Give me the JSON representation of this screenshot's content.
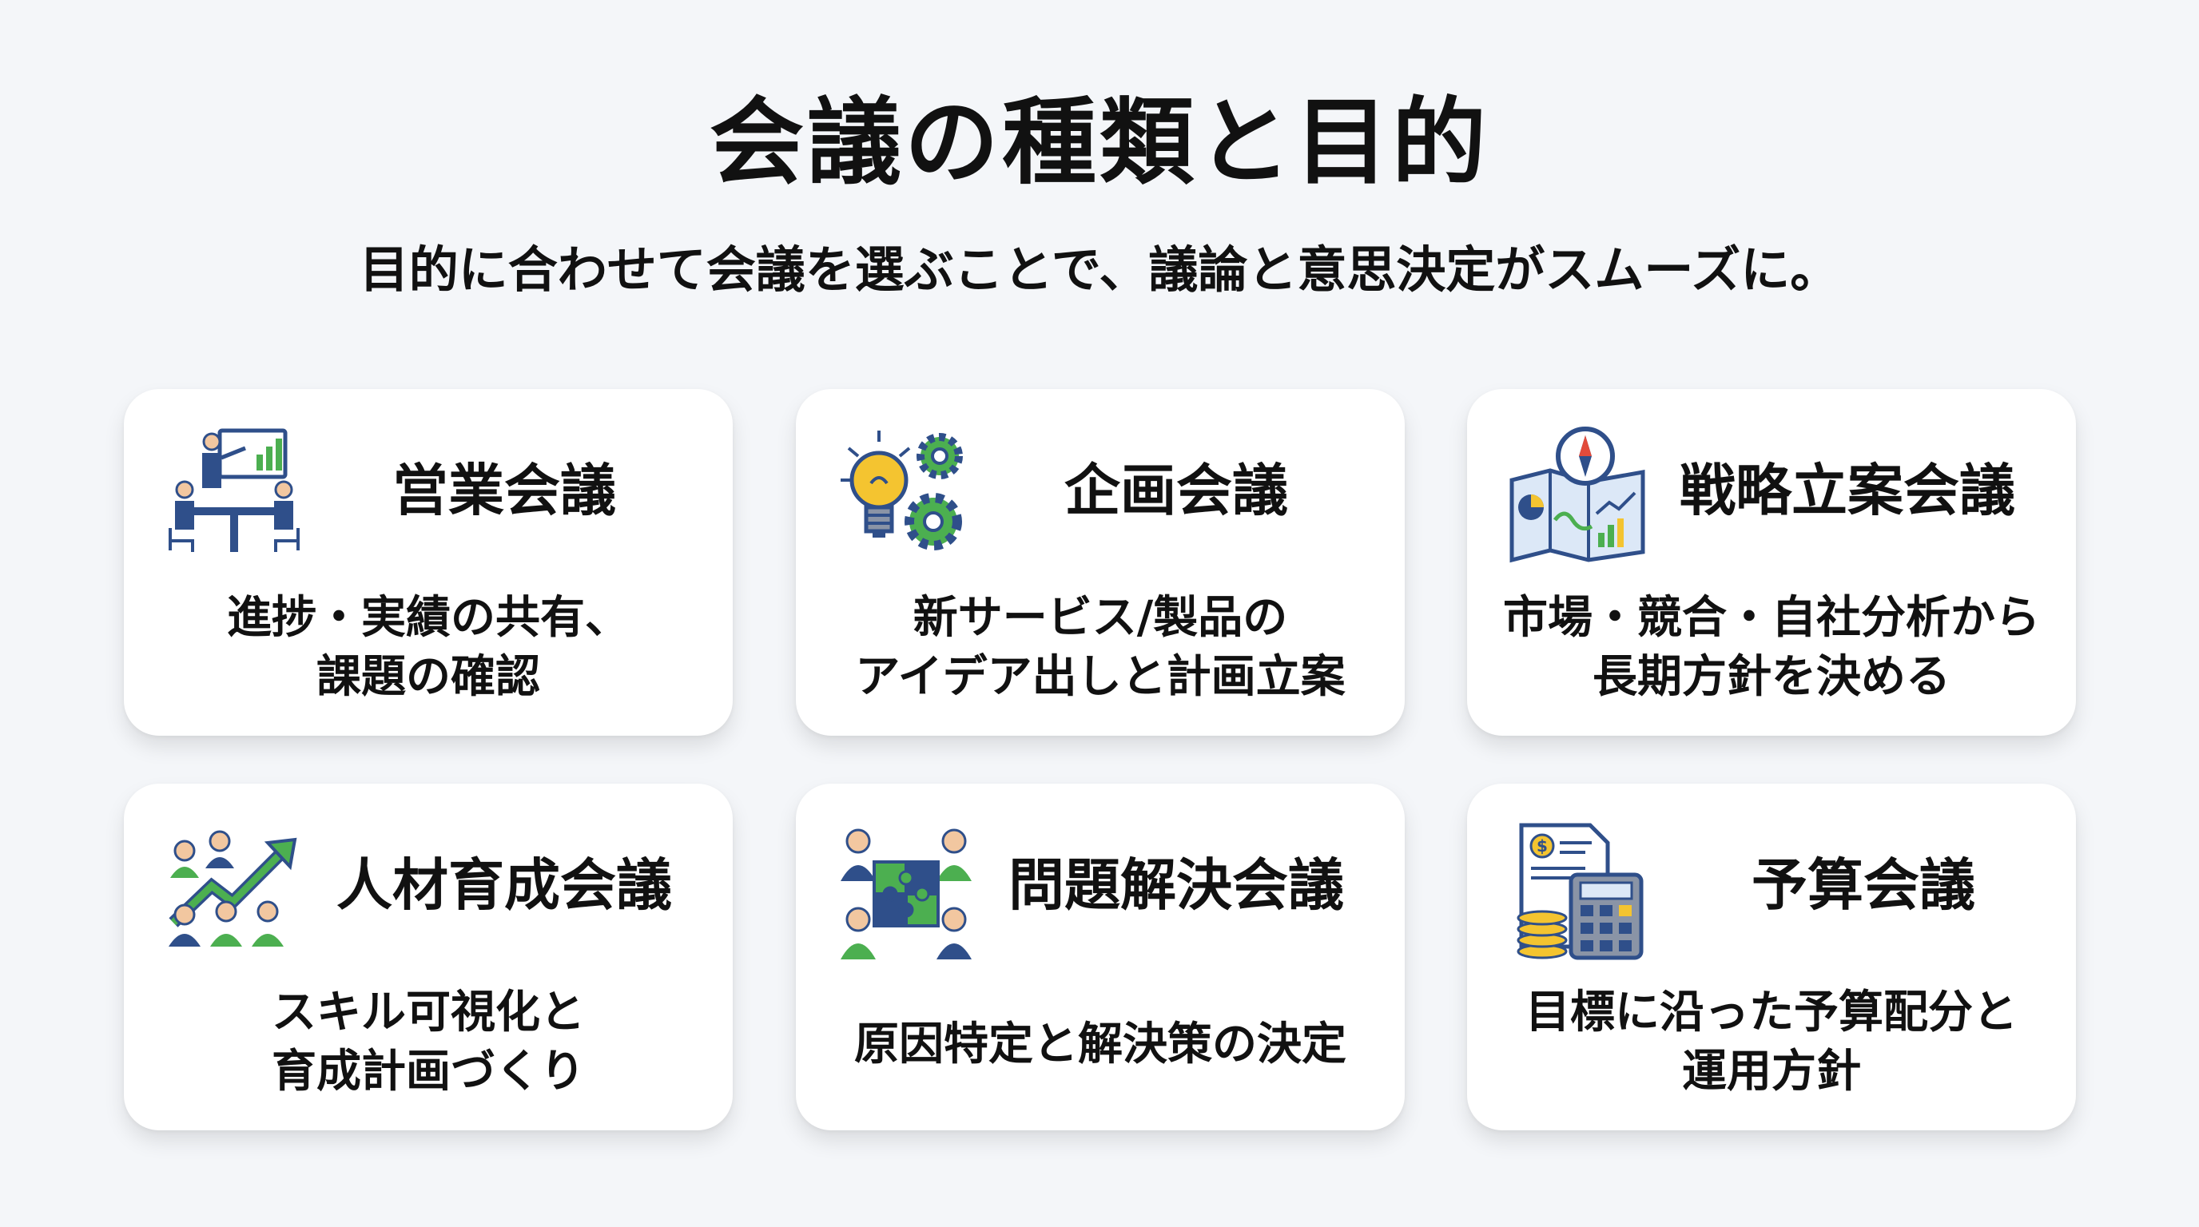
{
  "title": "会議の種類と目的",
  "subtitle": "目的に合わせて会議を選ぶことで、議論と意思決定がスムーズに。",
  "colors": {
    "navy": "#2f4f8a",
    "green": "#4caf50",
    "yellow": "#f4c430",
    "skin": "#f2c7a0",
    "background": "#f4f6f9",
    "card": "#ffffff"
  },
  "cards": [
    {
      "icon": "sales-meeting-icon",
      "title": "営業会議",
      "description": "進捗・実績の共有、\n課題の確認"
    },
    {
      "icon": "lightbulb-gears-icon",
      "title": "企画会議",
      "description": "新サービス/製品の\nアイデア出しと計画立案"
    },
    {
      "icon": "compass-map-icon",
      "title": "戦略立案会議",
      "description": "市場・競合・自社分析から\n長期方針を決める"
    },
    {
      "icon": "team-growth-icon",
      "title": "人材育成会議",
      "description": "スキル可視化と\n育成計画づくり"
    },
    {
      "icon": "puzzle-team-icon",
      "title": "問題解決会議",
      "description": "原因特定と解決策の決定"
    },
    {
      "icon": "budget-calculator-icon",
      "title": "予算会議",
      "description": "目標に沿った予算配分と\n運用方針"
    }
  ]
}
